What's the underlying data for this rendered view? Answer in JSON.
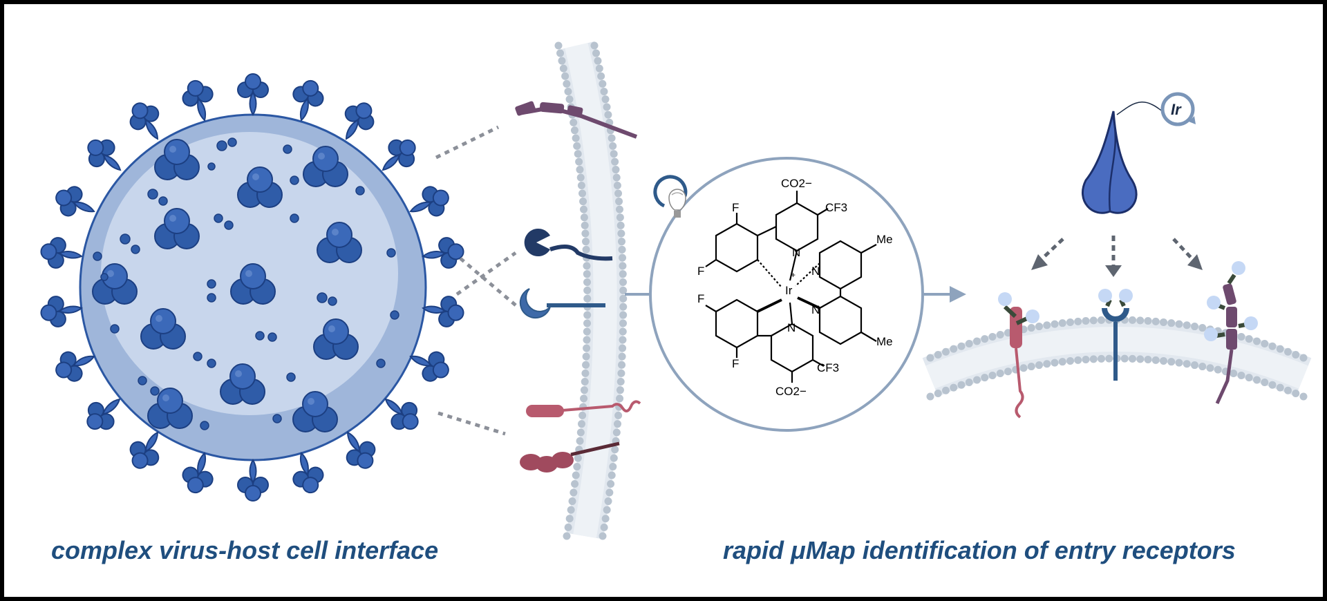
{
  "captions": {
    "left": "complex virus-host cell interface",
    "right": "rapid μMap identification of entry receptors"
  },
  "catalyst": {
    "metal": "Ir",
    "charge": "+",
    "substituents": {
      "carboxylate_top": "CO2−",
      "carboxylate_bottom": "CO2−",
      "cf3_top": "CF3",
      "cf3_bottom": "CF3",
      "fluoro": "F",
      "methyl": "Me",
      "nitrogen": "N"
    }
  },
  "probe": {
    "label": "Ir"
  },
  "colors": {
    "frame": "#000000",
    "caption": "#1f4e7e",
    "virus_dark": "#2b57a3",
    "virus_light": "#c3d3ea",
    "membrane": "#b8c3cf",
    "receptor_purple": "#6e4a6e",
    "receptor_pink": "#b85a6e",
    "receptor_blue": "#2f5a8a",
    "receptor_navy": "#223a66",
    "circle": "#8ea3bd"
  }
}
